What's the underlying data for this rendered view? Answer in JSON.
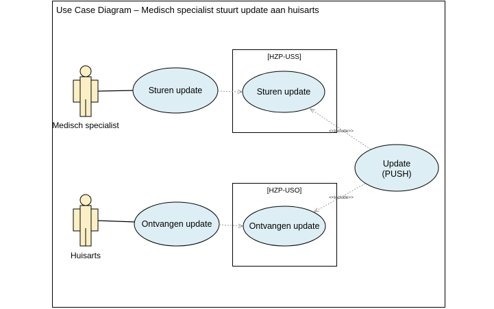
{
  "diagram": {
    "title": "Use Case Diagram – Medisch specialist stuurt update aan huisarts",
    "actors": [
      {
        "id": "specialist",
        "label": "Medisch specialist"
      },
      {
        "id": "huisarts",
        "label": "Huisarts"
      }
    ],
    "use_cases": {
      "sturen": "Sturen update",
      "ontvangen": "Ontvangen update",
      "sturen_inner": "Sturen update",
      "ontvangen_inner": "Ontvangen update",
      "push_line1": "Update",
      "push_line2": "(PUSH)"
    },
    "systems": {
      "uss": "[HZP-USS]",
      "uso": "[HZP-USO]"
    },
    "relations": {
      "include_top": "<<include>>",
      "include_bottom": "<<include>>"
    },
    "colors": {
      "use_case_fill": "#ddeef4",
      "actor_fill": "#fbefc6",
      "stroke": "#000000",
      "dashed": "#999999"
    }
  }
}
